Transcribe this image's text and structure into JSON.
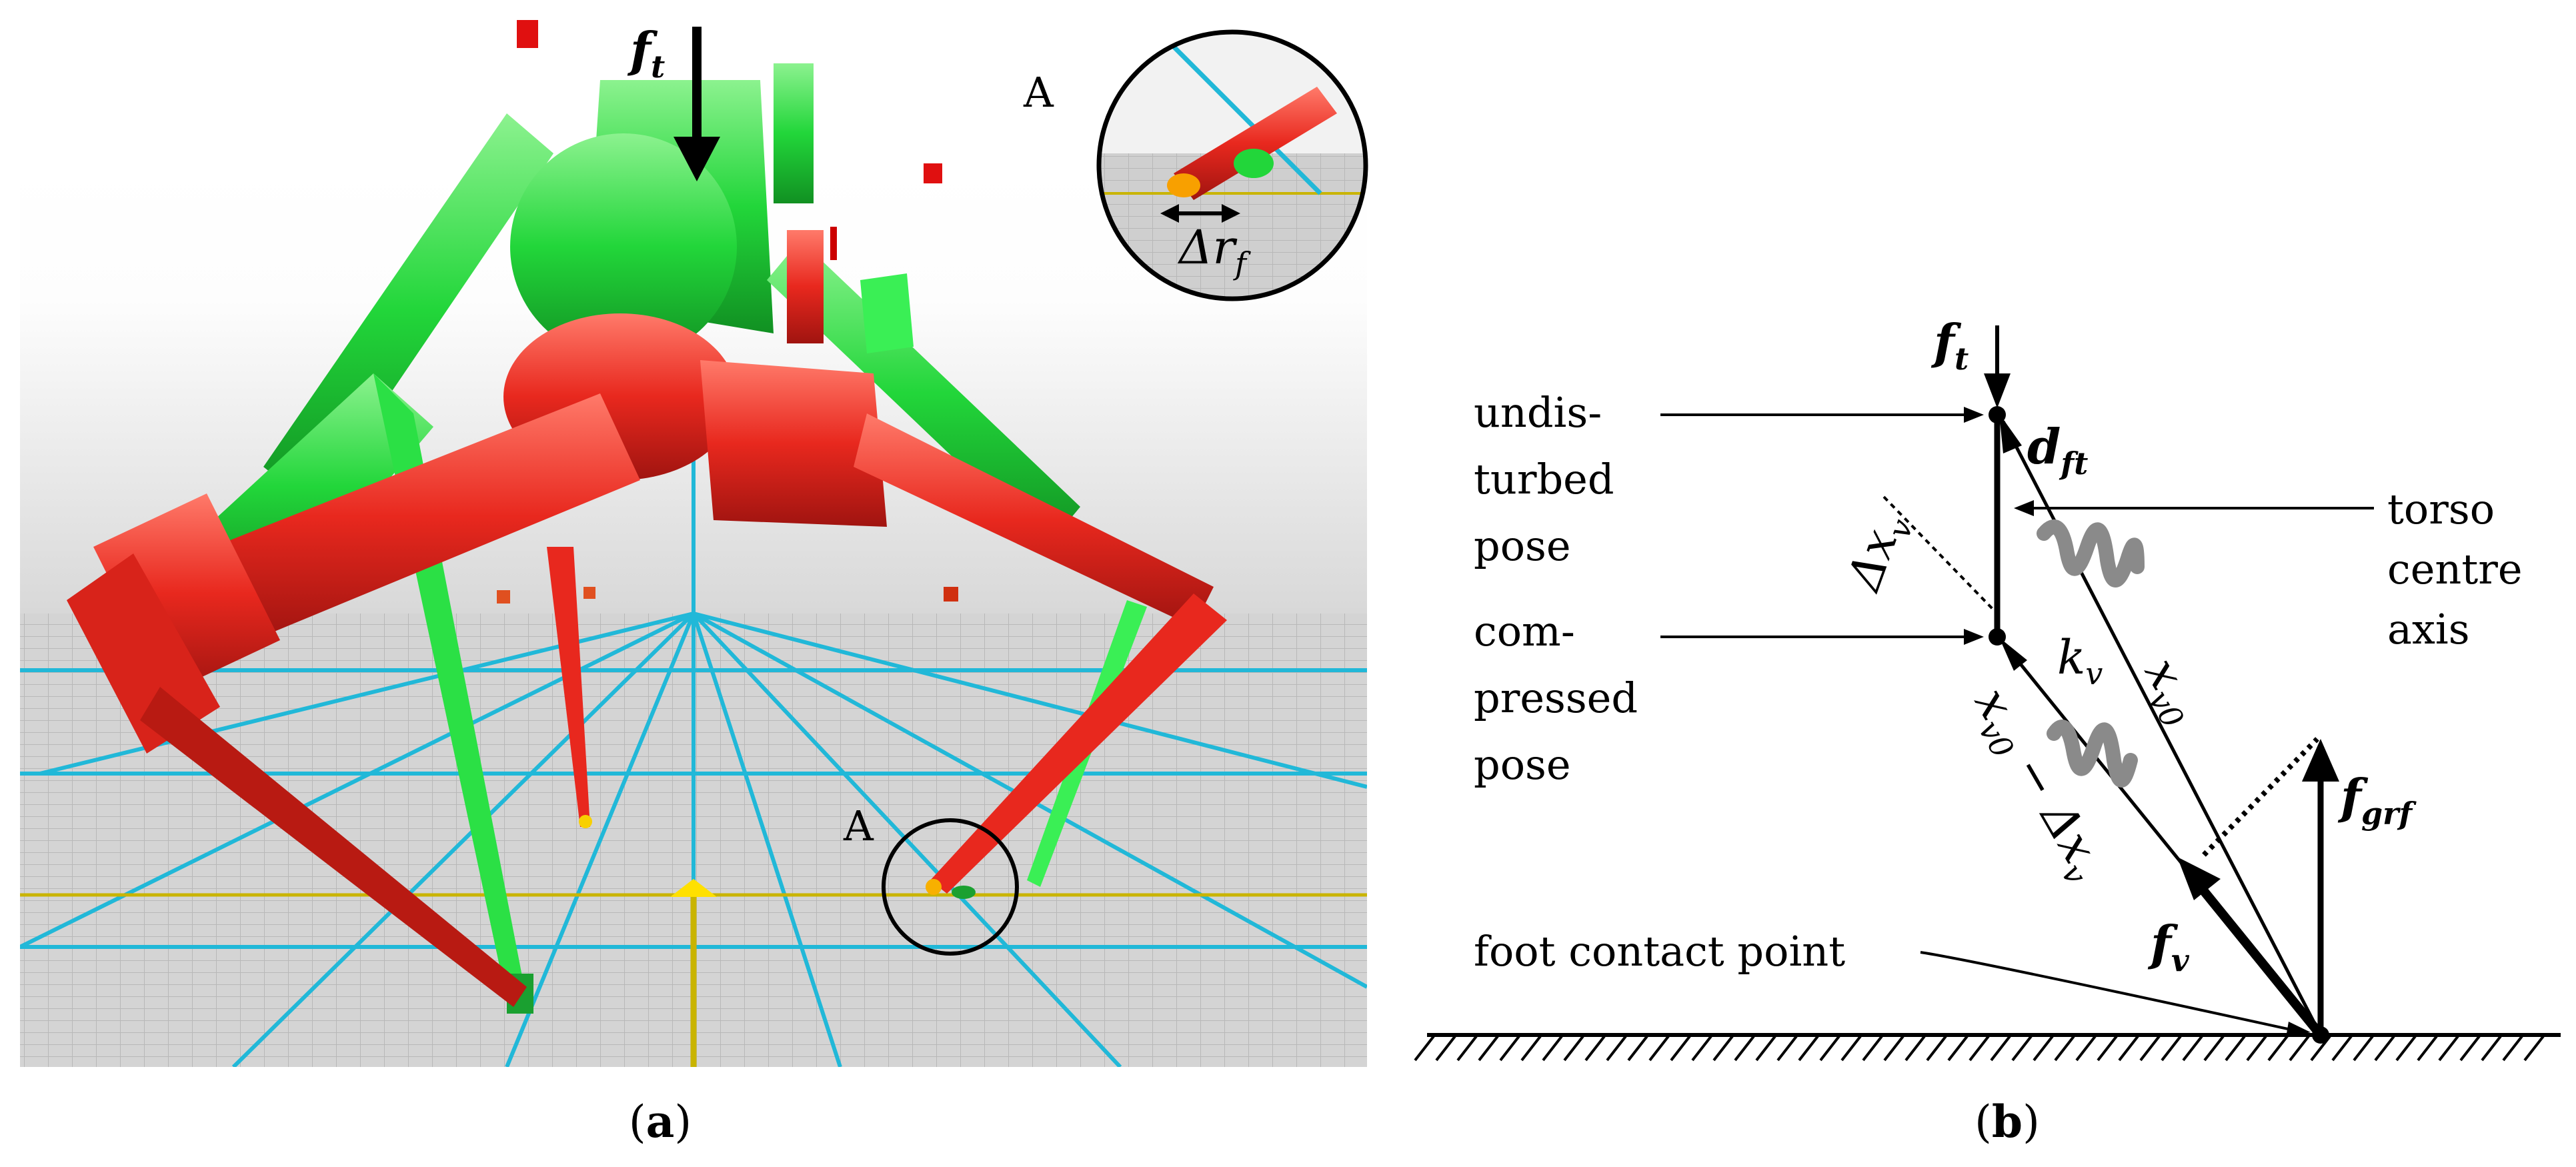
{
  "panel_a": {
    "caption_open": "(",
    "caption_letter": "a",
    "caption_close": ")",
    "force_top": {
      "symbol": "f",
      "subscript": "t"
    },
    "callout_label": "A",
    "inset_label": "A",
    "inset_delta": {
      "symbol": "Δr",
      "subscript": "f"
    },
    "colors": {
      "robot_green": "#22d63a",
      "robot_red": "#e8281e",
      "grid_cyan": "#21b8d8",
      "grid_yellow": "#c9b400",
      "sky": "#f2f2f2"
    }
  },
  "panel_b": {
    "caption_open": "(",
    "caption_letter": "b",
    "caption_close": ")",
    "label_undisturbed": [
      "undis-",
      "turbed",
      "pose"
    ],
    "label_compressed": [
      "com-",
      "pressed",
      "pose"
    ],
    "label_torso": [
      "torso",
      "centre",
      "axis"
    ],
    "label_foot": "foot contact point",
    "force_top": {
      "symbol": "f",
      "subscript": "t"
    },
    "d_ft": {
      "symbol": "d",
      "subscript": "ft"
    },
    "delta_xv": {
      "symbol": "Δx",
      "subscript": "v"
    },
    "k_v": {
      "symbol": "k",
      "subscript": "v"
    },
    "x_v0": {
      "symbol": "x",
      "subscript": "v0"
    },
    "x_v0_minus": {
      "symbol": "x",
      "subscript": "v0",
      "suffix": " − Δx",
      "suffix_sub": "v"
    },
    "f_grf": {
      "symbol": "f",
      "subscript": "grf"
    },
    "f_v": {
      "symbol": "f",
      "subscript": "v"
    }
  }
}
